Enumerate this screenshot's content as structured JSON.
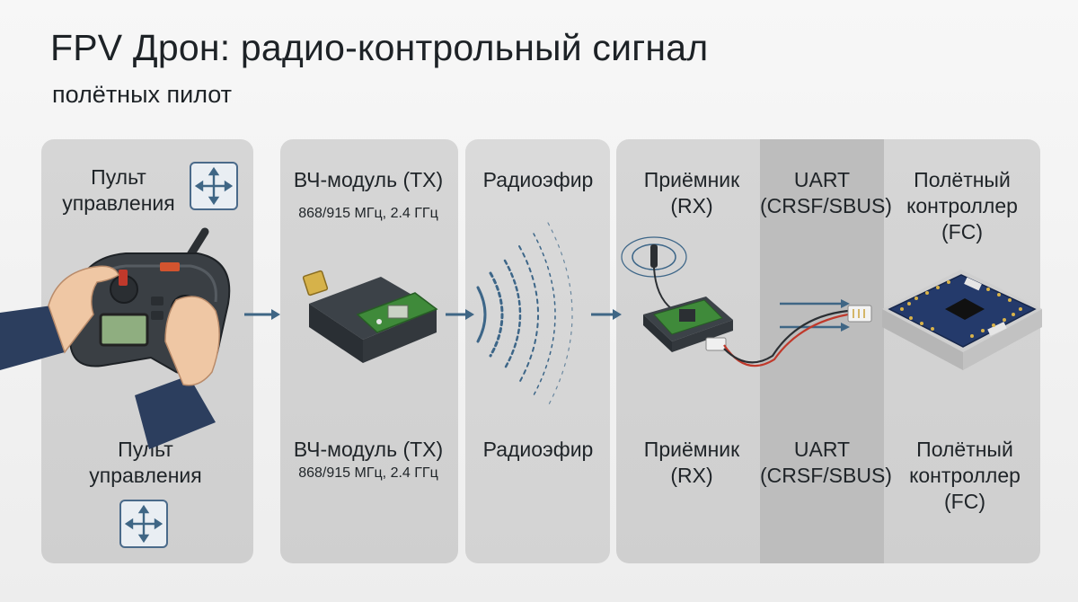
{
  "title": "FPV Дрон: радио-контрольный сигнал",
  "subtitle": "полётных пилот",
  "stages": {
    "remote": {
      "label_top": "Пульт\nуправления",
      "label_bottom": "Пульт\nуправления",
      "icon": "move-arrows-icon"
    },
    "rf_module": {
      "label_top": "ВЧ-модуль (TX)",
      "freq_top": "868/915 МГц, 2.4 ГГц",
      "label_bottom": "ВЧ-модуль (TX)",
      "freq_bottom": "868/915 МГц, 2.4 ГГц"
    },
    "air": {
      "label_top": "Радиоэфир",
      "label_bottom": "Радиоэфир"
    },
    "receiver": {
      "label_top": "Приёмник\n(RX)",
      "label_bottom": "Приёмник\n(RX)"
    },
    "uart": {
      "label_top": "UART\n(CRSF/SBUS)",
      "label_bottom": "UART\n(CRSF/SBUS)"
    },
    "fc": {
      "label_top": "Полётный\nконтроллер\n(FC)",
      "label_bottom": "Полётный\nконтроллер\n(FC)"
    }
  },
  "colors": {
    "arrow": "#3f6685",
    "panel": "#d3d3d3",
    "uart_band": "#bdbdbd",
    "wave": "#3d6688",
    "pcb_green": "#3f8a3a",
    "fc_blue": "#243a6b"
  }
}
